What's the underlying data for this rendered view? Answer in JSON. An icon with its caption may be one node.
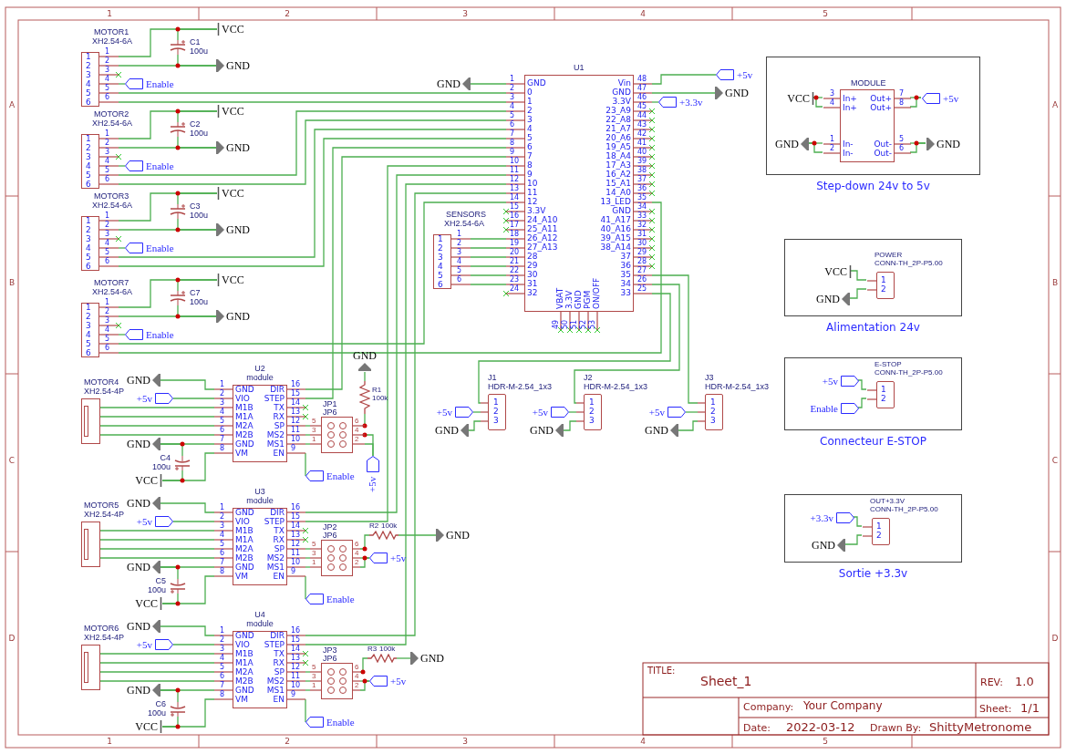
{
  "diagram": {
    "nodes": [
      {
        "text": [
          "MOTOR1",
          "XH2.54-6A",
          "1",
          "2",
          "3",
          "4",
          "5",
          "6",
          "1",
          "2",
          "3",
          "4",
          "5",
          "6"
        ]
      },
      {
        "text": [
          "C1",
          "100u"
        ]
      },
      {
        "text": [
          "VCC"
        ]
      },
      {
        "text": [
          "GND"
        ]
      },
      {
        "text": [
          "Enable"
        ]
      },
      {
        "text": [
          "MOTOR2",
          "XH2.54-6A",
          "1",
          "2",
          "3",
          "4",
          "5",
          "6",
          "1",
          "2",
          "3",
          "4",
          "5",
          "6"
        ]
      },
      {
        "text": [
          "C2",
          "100u"
        ]
      },
      {
        "text": [
          "VCC"
        ]
      },
      {
        "text": [
          "GND"
        ]
      },
      {
        "text": [
          "Enable"
        ]
      },
      {
        "text": [
          "MOTOR3",
          "XH2.54-6A",
          "1",
          "2",
          "3",
          "4",
          "5",
          "6",
          "1",
          "2",
          "3",
          "4",
          "5",
          "6"
        ]
      },
      {
        "text": [
          "C3",
          "100u"
        ]
      },
      {
        "text": [
          "VCC"
        ]
      },
      {
        "text": [
          "GND"
        ]
      },
      {
        "text": [
          "Enable"
        ]
      },
      {
        "text": [
          "MOTOR7",
          "XH2.54-6A",
          "1",
          "2",
          "3",
          "4",
          "5",
          "6",
          "1",
          "2",
          "3",
          "4",
          "5",
          "6"
        ]
      },
      {
        "text": [
          "C7",
          "100u"
        ]
      },
      {
        "text": [
          "VCC"
        ]
      },
      {
        "text": [
          "GND"
        ]
      },
      {
        "text": [
          "Enable"
        ]
      },
      {
        "text": [
          "U1",
          "GND",
          "0",
          "1",
          "2",
          "3",
          "4",
          "5",
          "6",
          "7",
          "8",
          "9",
          "10",
          "11",
          "12",
          "3.3V",
          "24_A10",
          "25_A11",
          "26_A12",
          "27_A13",
          "28",
          "29",
          "30",
          "31",
          "32",
          "Vin",
          "GND",
          "3.3V",
          "23_A9",
          "22_A8",
          "21_A7",
          "20_A6",
          "19_A5",
          "18_A4",
          "17_A3",
          "16_A2",
          "15_A1",
          "14_A0",
          "13_LED",
          "GND",
          "41_A17",
          "40_A16",
          "39_A15",
          "38_A14",
          "37",
          "36",
          "35",
          "34",
          "33",
          "VBAT",
          "3.3V",
          "GND",
          "PGM",
          "ON/OFF",
          "1",
          "2",
          "3",
          "4",
          "5",
          "6",
          "7",
          "8",
          "9",
          "10",
          "11",
          "12",
          "13",
          "14",
          "15",
          "16",
          "17",
          "18",
          "19",
          "20",
          "21",
          "22",
          "23",
          "24",
          "48",
          "47",
          "46",
          "45",
          "44",
          "43",
          "42",
          "41",
          "40",
          "39",
          "38",
          "37",
          "36",
          "35",
          "34",
          "33",
          "32",
          "31",
          "30",
          "29",
          "28",
          "27",
          "26",
          "25",
          "49",
          "50",
          "51",
          "52",
          "53"
        ]
      },
      {
        "text": [
          "GND"
        ]
      },
      {
        "text": [
          "+5v"
        ]
      },
      {
        "text": [
          "GND"
        ]
      },
      {
        "text": [
          "+3.3v"
        ]
      },
      {
        "text": [
          "SENSORS",
          "XH2.54-6A",
          "1",
          "2",
          "3",
          "4",
          "5",
          "6",
          "1",
          "2",
          "3",
          "4",
          "5",
          "6"
        ]
      },
      {
        "text": [
          "MOTOR4",
          "XH2.54-4P"
        ]
      },
      {
        "text": [
          "U2",
          "module",
          "GND",
          "VIO",
          "M1B",
          "M1A",
          "M2A",
          "M2B",
          "GND",
          "VM",
          "DIR",
          "STEP",
          "TX",
          "RX",
          "SP",
          "MS2",
          "MS1",
          "EN",
          "1",
          "2",
          "3",
          "4",
          "5",
          "6",
          "7",
          "8",
          "16",
          "15",
          "14",
          "13",
          "12",
          "11",
          "10",
          "9"
        ]
      },
      {
        "text": [
          "GND"
        ]
      },
      {
        "text": [
          "+5v"
        ]
      },
      {
        "text": [
          "GND"
        ]
      },
      {
        "text": [
          "C4",
          "100u"
        ]
      },
      {
        "text": [
          "VCC"
        ]
      },
      {
        "text": [
          "Enable"
        ]
      },
      {
        "text": [
          "JP1",
          "JP6",
          "5",
          "3",
          "1",
          "6",
          "4",
          "2"
        ]
      },
      {
        "text": [
          "R1",
          "100k"
        ]
      },
      {
        "text": [
          "GND"
        ]
      },
      {
        "text": [
          "+5v"
        ]
      },
      {
        "text": [
          "MOTOR5",
          "XH2.54-4P"
        ]
      },
      {
        "text": [
          "U3",
          "module",
          "GND",
          "VIO",
          "M1B",
          "M1A",
          "M2A",
          "M2B",
          "GND",
          "VM",
          "DIR",
          "STEP",
          "TX",
          "RX",
          "SP",
          "MS2",
          "MS1",
          "EN",
          "1",
          "2",
          "3",
          "4",
          "5",
          "6",
          "7",
          "8",
          "16",
          "15",
          "14",
          "13",
          "12",
          "11",
          "10",
          "9"
        ]
      },
      {
        "text": [
          "GND"
        ]
      },
      {
        "text": [
          "+5v"
        ]
      },
      {
        "text": [
          "GND"
        ]
      },
      {
        "text": [
          "C5",
          "100u"
        ]
      },
      {
        "text": [
          "VCC"
        ]
      },
      {
        "text": [
          "Enable"
        ]
      },
      {
        "text": [
          "JP2",
          "JP6",
          "5",
          "3",
          "1",
          "6",
          "4",
          "2"
        ]
      },
      {
        "text": [
          "R2",
          "100k"
        ]
      },
      {
        "text": [
          "GND"
        ]
      },
      {
        "text": [
          "+5v"
        ]
      },
      {
        "text": [
          "MOTOR6",
          "XH2.54-4P"
        ]
      },
      {
        "text": [
          "U4",
          "module",
          "GND",
          "VIO",
          "M1B",
          "M1A",
          "M2A",
          "M2B",
          "GND",
          "VM",
          "DIR",
          "STEP",
          "TX",
          "RX",
          "SP",
          "MS2",
          "MS1",
          "EN",
          "1",
          "2",
          "3",
          "4",
          "5",
          "6",
          "7",
          "8",
          "16",
          "15",
          "14",
          "13",
          "12",
          "11",
          "10",
          "9"
        ]
      },
      {
        "text": [
          "GND"
        ]
      },
      {
        "text": [
          "+5v"
        ]
      },
      {
        "text": [
          "GND"
        ]
      },
      {
        "text": [
          "C6",
          "100u"
        ]
      },
      {
        "text": [
          "VCC"
        ]
      },
      {
        "text": [
          "Enable"
        ]
      },
      {
        "text": [
          "JP3",
          "JP6",
          "5",
          "3",
          "1",
          "6",
          "4",
          "2"
        ]
      },
      {
        "text": [
          "R3",
          "100k"
        ]
      },
      {
        "text": [
          "GND"
        ]
      },
      {
        "text": [
          "+5v"
        ]
      },
      {
        "text": [
          "J1",
          "HDR-M-2.54_1x3",
          "1",
          "2",
          "3"
        ]
      },
      {
        "text": [
          "+5v"
        ]
      },
      {
        "text": [
          "GND"
        ]
      },
      {
        "text": [
          "J2",
          "HDR-M-2.54_1x3",
          "1",
          "2",
          "3"
        ]
      },
      {
        "text": [
          "+5v"
        ]
      },
      {
        "text": [
          "GND"
        ]
      },
      {
        "text": [
          "J3",
          "HDR-M-2.54_1x3",
          "1",
          "2",
          "3"
        ]
      },
      {
        "text": [
          "+5v"
        ]
      },
      {
        "text": [
          "GND"
        ]
      },
      {
        "text": [
          "Step-down 24v to 5v"
        ]
      },
      {
        "text": [
          "MODULE",
          "In+",
          "In+",
          "In-",
          "In-",
          "Out+",
          "Out+",
          "Out-",
          "Out-",
          "3",
          "4",
          "1",
          "2",
          "7",
          "8",
          "5",
          "6"
        ],
        "in": 71
      },
      {
        "text": [
          "VCC"
        ],
        "in": 71
      },
      {
        "text": [
          "GND"
        ],
        "in": 71
      },
      {
        "text": [
          "+5v"
        ],
        "in": 71
      },
      {
        "text": [
          "GND"
        ],
        "in": 71
      },
      {
        "text": [
          "Alimentation 24v"
        ]
      },
      {
        "text": [
          "POWER",
          "CONN-TH_2P-P5.00",
          "1",
          "2"
        ],
        "in": 77
      },
      {
        "text": [
          "VCC"
        ],
        "in": 77
      },
      {
        "text": [
          "GND"
        ],
        "in": 77
      },
      {
        "text": [
          "Connecteur E-STOP"
        ]
      },
      {
        "text": [
          "E-STOP",
          "CONN-TH_2P-P5.00",
          "1",
          "2"
        ],
        "in": 81
      },
      {
        "text": [
          "+5v"
        ],
        "in": 81
      },
      {
        "text": [
          "Enable"
        ],
        "in": 81
      },
      {
        "text": [
          "Sortie +3.3v"
        ]
      },
      {
        "text": [
          "OUT+3.3V",
          "CONN-TH_2P-P5.00",
          "1",
          "2"
        ],
        "in": 85
      },
      {
        "text": [
          "+3.3v"
        ],
        "in": 85
      },
      {
        "text": [
          "GND"
        ],
        "in": 85
      }
    ],
    "edges": [
      {
        "from": 0,
        "to": 2,
        "arrow": "none"
      },
      {
        "from": 1,
        "to": 2,
        "arrow": "none"
      },
      {
        "from": 0,
        "to": 3,
        "arrow": "none"
      },
      {
        "from": 1,
        "to": 3,
        "arrow": "none"
      },
      {
        "from": 0,
        "to": 4,
        "arrow": "none"
      },
      {
        "from": 0,
        "to": 20,
        "arrow": "none"
      },
      {
        "from": 0,
        "to": 20,
        "arrow": "none"
      },
      {
        "from": 5,
        "to": 7,
        "arrow": "none"
      },
      {
        "from": 6,
        "to": 7,
        "arrow": "none"
      },
      {
        "from": 5,
        "to": 8,
        "arrow": "none"
      },
      {
        "from": 6,
        "to": 8,
        "arrow": "none"
      },
      {
        "from": 5,
        "to": 9,
        "arrow": "none"
      },
      {
        "from": 5,
        "to": 20,
        "arrow": "none"
      },
      {
        "from": 5,
        "to": 20,
        "arrow": "none"
      },
      {
        "from": 10,
        "to": 12,
        "arrow": "none"
      },
      {
        "from": 11,
        "to": 12,
        "arrow": "none"
      },
      {
        "from": 10,
        "to": 13,
        "arrow": "none"
      },
      {
        "from": 11,
        "to": 13,
        "arrow": "none"
      },
      {
        "from": 10,
        "to": 14,
        "arrow": "none"
      },
      {
        "from": 10,
        "to": 20,
        "arrow": "none"
      },
      {
        "from": 10,
        "to": 20,
        "arrow": "none"
      },
      {
        "from": 15,
        "to": 17,
        "arrow": "none"
      },
      {
        "from": 16,
        "to": 17,
        "arrow": "none"
      },
      {
        "from": 15,
        "to": 18,
        "arrow": "none"
      },
      {
        "from": 16,
        "to": 18,
        "arrow": "none"
      },
      {
        "from": 15,
        "to": 19,
        "arrow": "none"
      },
      {
        "from": 15,
        "to": 20,
        "arrow": "none"
      },
      {
        "from": 15,
        "to": 20,
        "arrow": "none"
      },
      {
        "from": 20,
        "to": 21,
        "arrow": "none"
      },
      {
        "from": 20,
        "to": 22,
        "arrow": "none"
      },
      {
        "from": 20,
        "to": 23,
        "arrow": "none"
      },
      {
        "from": 20,
        "to": 24,
        "arrow": "none"
      },
      {
        "from": 25,
        "to": 20,
        "arrow": "none"
      },
      {
        "from": 25,
        "to": 20,
        "arrow": "none"
      },
      {
        "from": 25,
        "to": 20,
        "arrow": "none"
      },
      {
        "from": 25,
        "to": 20,
        "arrow": "none"
      },
      {
        "from": 25,
        "to": 20,
        "arrow": "none"
      },
      {
        "from": 25,
        "to": 20,
        "arrow": "none"
      },
      {
        "from": 20,
        "to": 27,
        "arrow": "none"
      },
      {
        "from": 20,
        "to": 27,
        "arrow": "none"
      },
      {
        "from": 20,
        "to": 39,
        "arrow": "none"
      },
      {
        "from": 20,
        "to": 39,
        "arrow": "none"
      },
      {
        "from": 20,
        "to": 51,
        "arrow": "none"
      },
      {
        "from": 20,
        "to": 51,
        "arrow": "none"
      },
      {
        "from": 26,
        "to": 27,
        "arrow": "none"
      },
      {
        "from": 26,
        "to": 27,
        "arrow": "none"
      },
      {
        "from": 26,
        "to": 27,
        "arrow": "none"
      },
      {
        "from": 26,
        "to": 27,
        "arrow": "none"
      },
      {
        "from": 27,
        "to": 28,
        "arrow": "none"
      },
      {
        "from": 27,
        "to": 29,
        "arrow": "none"
      },
      {
        "from": 27,
        "to": 30,
        "arrow": "none"
      },
      {
        "from": 31,
        "to": 30,
        "arrow": "none"
      },
      {
        "from": 31,
        "to": 32,
        "arrow": "none"
      },
      {
        "from": 27,
        "to": 32,
        "arrow": "none"
      },
      {
        "from": 27,
        "to": 33,
        "arrow": "none"
      },
      {
        "from": 27,
        "to": 34,
        "arrow": "none"
      },
      {
        "from": 27,
        "to": 34,
        "arrow": "none"
      },
      {
        "from": 27,
        "to": 34,
        "arrow": "none"
      },
      {
        "from": 34,
        "to": 35,
        "arrow": "none"
      },
      {
        "from": 35,
        "to": 36,
        "arrow": "none"
      },
      {
        "from": 34,
        "to": 37,
        "arrow": "none"
      },
      {
        "from": 34,
        "to": 37,
        "arrow": "none"
      },
      {
        "from": 38,
        "to": 39,
        "arrow": "none"
      },
      {
        "from": 38,
        "to": 39,
        "arrow": "none"
      },
      {
        "from": 38,
        "to": 39,
        "arrow": "none"
      },
      {
        "from": 38,
        "to": 39,
        "arrow": "none"
      },
      {
        "from": 39,
        "to": 40,
        "arrow": "none"
      },
      {
        "from": 39,
        "to": 41,
        "arrow": "none"
      },
      {
        "from": 39,
        "to": 42,
        "arrow": "none"
      },
      {
        "from": 43,
        "to": 42,
        "arrow": "none"
      },
      {
        "from": 43,
        "to": 44,
        "arrow": "none"
      },
      {
        "from": 39,
        "to": 44,
        "arrow": "none"
      },
      {
        "from": 39,
        "to": 45,
        "arrow": "none"
      },
      {
        "from": 39,
        "to": 46,
        "arrow": "none"
      },
      {
        "from": 39,
        "to": 46,
        "arrow": "none"
      },
      {
        "from": 39,
        "to": 46,
        "arrow": "none"
      },
      {
        "from": 46,
        "to": 47,
        "arrow": "none"
      },
      {
        "from": 47,
        "to": 48,
        "arrow": "none"
      },
      {
        "from": 46,
        "to": 49,
        "arrow": "none"
      },
      {
        "from": 46,
        "to": 49,
        "arrow": "none"
      },
      {
        "from": 50,
        "to": 51,
        "arrow": "none"
      },
      {
        "from": 50,
        "to": 51,
        "arrow": "none"
      },
      {
        "from": 50,
        "to": 51,
        "arrow": "none"
      },
      {
        "from": 50,
        "to": 51,
        "arrow": "none"
      },
      {
        "from": 51,
        "to": 52,
        "arrow": "none"
      },
      {
        "from": 51,
        "to": 53,
        "arrow": "none"
      },
      {
        "from": 51,
        "to": 54,
        "arrow": "none"
      },
      {
        "from": 55,
        "to": 54,
        "arrow": "none"
      },
      {
        "from": 55,
        "to": 56,
        "arrow": "none"
      },
      {
        "from": 51,
        "to": 56,
        "arrow": "none"
      },
      {
        "from": 51,
        "to": 57,
        "arrow": "none"
      },
      {
        "from": 51,
        "to": 58,
        "arrow": "none"
      },
      {
        "from": 51,
        "to": 58,
        "arrow": "none"
      },
      {
        "from": 51,
        "to": 58,
        "arrow": "none"
      },
      {
        "from": 58,
        "to": 59,
        "arrow": "none"
      },
      {
        "from": 59,
        "to": 60,
        "arrow": "none"
      },
      {
        "from": 58,
        "to": 61,
        "arrow": "none"
      },
      {
        "from": 58,
        "to": 61,
        "arrow": "none"
      },
      {
        "from": 62,
        "to": 63,
        "arrow": "none"
      },
      {
        "from": 62,
        "to": 64,
        "arrow": "none"
      },
      {
        "from": 62,
        "to": 20,
        "arrow": "none"
      },
      {
        "from": 65,
        "to": 66,
        "arrow": "none"
      },
      {
        "from": 65,
        "to": 67,
        "arrow": "none"
      },
      {
        "from": 65,
        "to": 20,
        "arrow": "none"
      },
      {
        "from": 68,
        "to": 69,
        "arrow": "none"
      },
      {
        "from": 68,
        "to": 70,
        "arrow": "none"
      },
      {
        "from": 68,
        "to": 20,
        "arrow": "none"
      },
      {
        "from": 73,
        "to": 72,
        "arrow": "none"
      },
      {
        "from": 73,
        "to": 72,
        "arrow": "none"
      },
      {
        "from": 74,
        "to": 72,
        "arrow": "none"
      },
      {
        "from": 74,
        "to": 72,
        "arrow": "none"
      },
      {
        "from": 72,
        "to": 75,
        "arrow": "none"
      },
      {
        "from": 72,
        "to": 75,
        "arrow": "none"
      },
      {
        "from": 72,
        "to": 76,
        "arrow": "none"
      },
      {
        "from": 72,
        "to": 76,
        "arrow": "none"
      },
      {
        "from": 79,
        "to": 78,
        "arrow": "none"
      },
      {
        "from": 80,
        "to": 78,
        "arrow": "none"
      },
      {
        "from": 83,
        "to": 82,
        "arrow": "none"
      },
      {
        "from": 84,
        "to": 82,
        "arrow": "none"
      },
      {
        "from": 87,
        "to": 86,
        "arrow": "none"
      },
      {
        "from": 88,
        "to": 86,
        "arrow": "none"
      }
    ],
    "labels": [
      "1",
      "2",
      "3",
      "4",
      "5",
      "A",
      "B",
      "C",
      "D",
      "A",
      "B",
      "C",
      "D",
      "1",
      "2",
      "3",
      "4",
      "5",
      "TITLE:",
      "Sheet_1",
      "REV:",
      "1.0",
      "Company:",
      "Your Company",
      "Sheet:",
      "1/1",
      "Date:",
      "2022-03-12",
      "Drawn By:",
      "ShittyMetronome"
    ]
  }
}
